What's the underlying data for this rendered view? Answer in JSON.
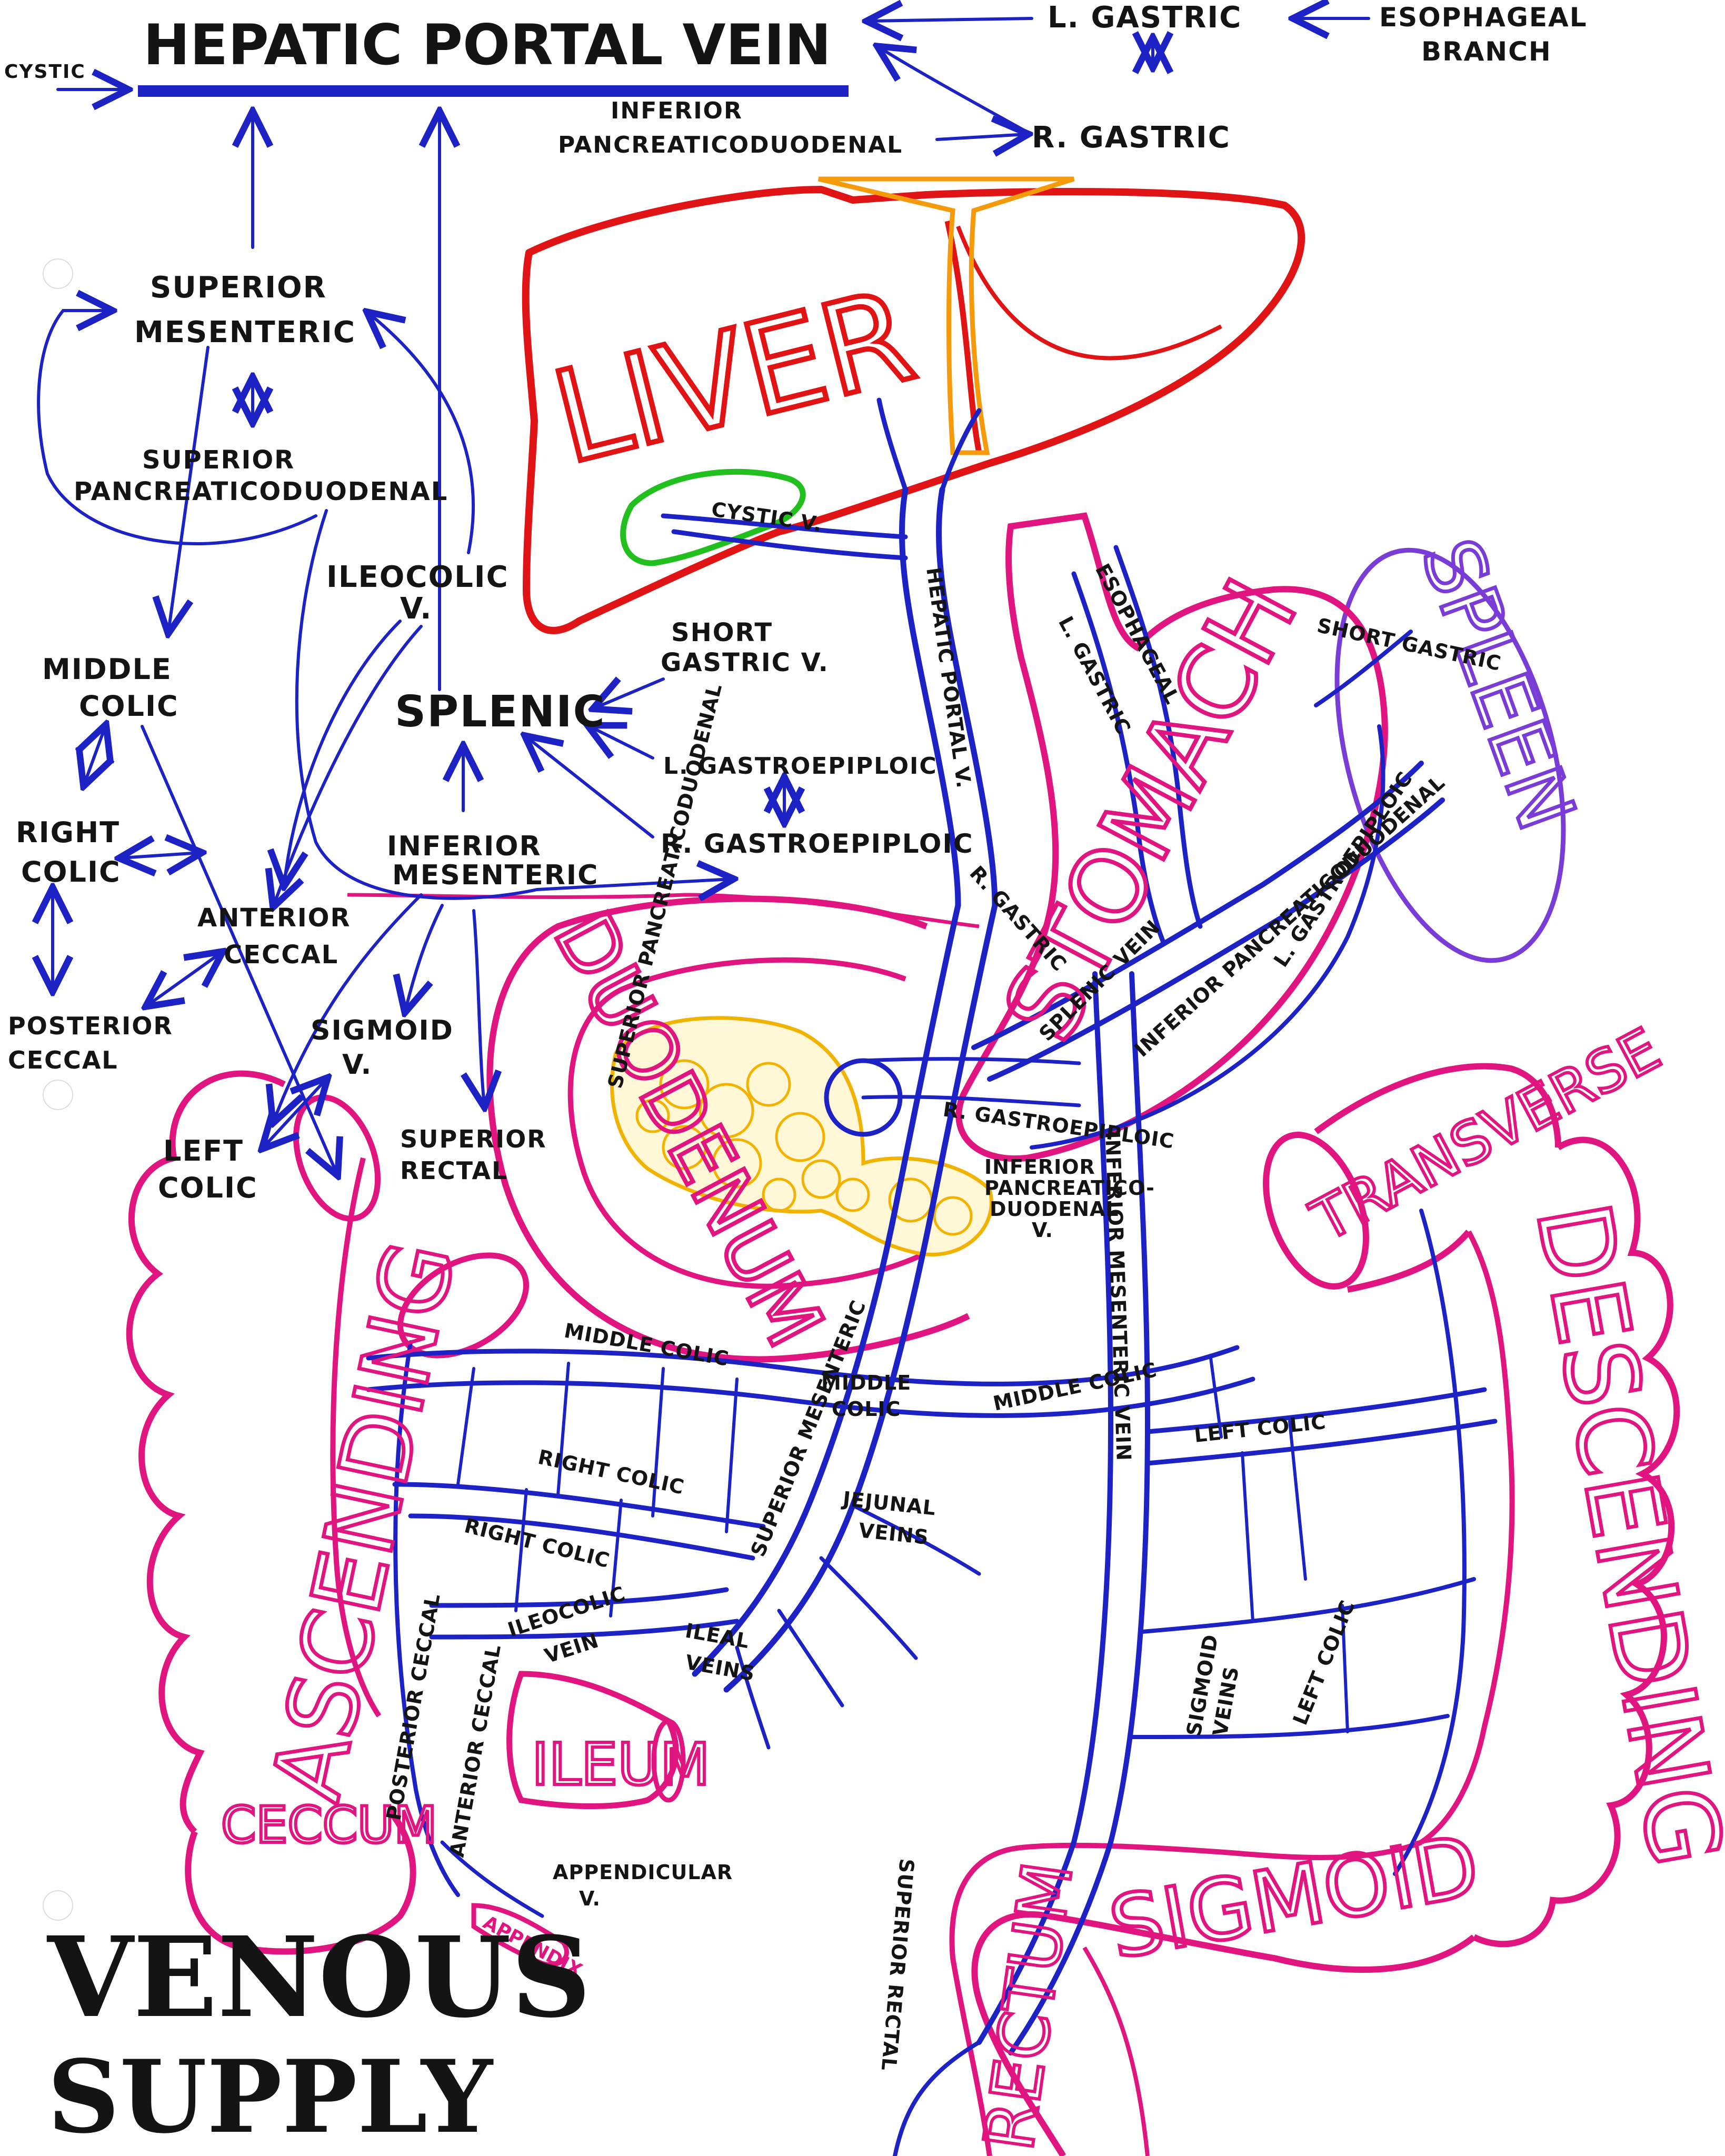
{
  "title": {
    "portal": "HEPATIC PORTAL VEIN",
    "venous": "VENOUS",
    "supply": "SUPPLY"
  },
  "tree": {
    "cystic": "CYSTIC",
    "l_gastric": "L. GASTRIC",
    "esophageal_1": "ESOPHAGEAL",
    "esophageal_2": "BRANCH",
    "inf_pd_1": "INFERIOR",
    "inf_pd_2": "PANCREATICODUODENAL",
    "r_gastric": "R. GASTRIC",
    "sup_mes_1": "SUPERIOR",
    "sup_mes_2": "MESENTERIC",
    "sup_pd_1": "SUPERIOR",
    "sup_pd_2": "PANCREATICODUODENAL",
    "ileocolic_1": "ILEOCOLIC",
    "ileocolic_2": "V.",
    "middle_colic_1": "MIDDLE",
    "middle_colic_2": "COLIC",
    "short_gastric_1": "SHORT",
    "short_gastric_2": "GASTRIC V.",
    "splenic": "SPLENIC",
    "l_gastroepiploic": "L. GASTROEPIPLOIC",
    "r_gastroepiploic": "R. GASTROEPIPLOIC",
    "inf_mes_1": "INFERIOR",
    "inf_mes_2": "MESENTERIC",
    "right_colic_1": "RIGHT",
    "right_colic_2": "COLIC",
    "ant_cecal_1": "ANTERIOR",
    "ant_cecal_2": "CECCAL",
    "post_cecal_1": "POSTERIOR",
    "post_cecal_2": "CECCAL",
    "sigmoid_1": "SIGMOID",
    "sigmoid_2": "V.",
    "left_colic_1": "LEFT",
    "left_colic_2": "COLIC",
    "sup_rectal_1": "SUPERIOR",
    "sup_rectal_2": "RECTAL"
  },
  "organs": {
    "liver": "LIVER",
    "spleen": "SPLEEN",
    "stomach": "STOMACH",
    "duodenum": "DUODENUM",
    "transverse": "TRANSVERSE",
    "descending": "DESCENDING",
    "ascending": "ASCENDING",
    "cecum": "CECCUM",
    "ileum": "ILEUM",
    "sigmoid": "SIGMOID",
    "rectum": "RECTUM",
    "appendix": "APPENDIX"
  },
  "vessels": {
    "cystic_v": "CYSTIC V.",
    "hepatic_portal_v": "HEPATIC PORTAL V.",
    "esophageal": "ESOPHAGEAL",
    "l_gastric": "L. GASTRIC",
    "short_gastric": "SHORT GASTRIC",
    "r_gastric": "R. GASTRIC",
    "splenic_vein": "SPLENIC VEIN",
    "inf_pancreaticoduodenal": "INFERIOR PANCREATICODUODENAL",
    "l_gastroepiploic": "L. GASTROEPIPLOIC",
    "r_gastroepiploic": "R. GASTROEPIPLOIC",
    "sup_pancreaticoduodenal": "SUPERIOR PANCREATICODUODENAL",
    "inf_pd_1": "INFERIOR",
    "inf_pd_2": "PANCREATICO-",
    "inf_pd_3": "DUODENAL",
    "inf_pd_4": "V.",
    "sup_mesenteric": "SUPERIOR MESENTERIC",
    "inf_mesenteric_vein": "INFERIOR MESENTERIC VEIN",
    "middle_colic_l": "MIDDLE COLIC",
    "middle_colic_m1": "MIDDLE",
    "middle_colic_m2": "COLIC",
    "middle_colic_r": "MIDDLE COLIC",
    "right_colic_1": "RIGHT COLIC",
    "right_colic_2": "RIGHT COLIC",
    "jejunal_1": "JEJUNAL",
    "jejunal_2": "VEINS",
    "ileocolic_1": "ILEOCOLIC",
    "ileocolic_2": "VEIN",
    "ileal_1": "ILEAL",
    "ileal_2": "VEINS",
    "left_colic_1": "LEFT COLIC",
    "left_colic_2": "LEFT COLIC",
    "sigmoid_1": "SIGMOID",
    "sigmoid_2": "VEINS",
    "posterior_cecal": "POSTERIOR CECCAL",
    "anterior_cecal": "ANTERIOR CECCAL",
    "appendicular_1": "APPENDICULAR",
    "appendicular_2": "V.",
    "sup_rectal": "SUPERIOR RECTAL"
  },
  "colors": {
    "vein": "#1c22c4",
    "ink": "#141414",
    "liver": "#e01414",
    "gallbladder": "#22c01e",
    "spleen": "#7a3cd6",
    "bowel": "#e0157f",
    "pancreas": "#f2b300",
    "ligament": "#f59a0a"
  }
}
